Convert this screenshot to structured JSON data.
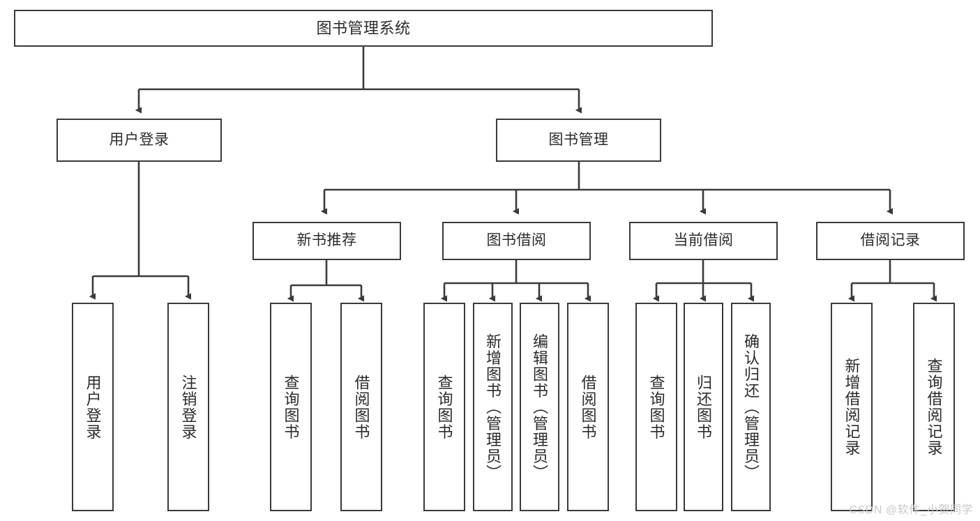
{
  "diagram": {
    "title": "图书管理系统",
    "type": "tree-hierarchy-diagram",
    "colors": {
      "node_border": "#3a3a3a",
      "node_fill": "#ffffff",
      "edge": "#3a3a3a",
      "text": "#2b2b2b",
      "watermark": "#c9c9c9",
      "background": "#ffffff"
    },
    "root": {
      "label": "图书管理系统"
    },
    "level2": [
      {
        "label": "用户登录"
      },
      {
        "label": "图书管理"
      }
    ],
    "level3": [
      {
        "label": "新书推荐"
      },
      {
        "label": "图书借阅"
      },
      {
        "label": "当前借阅"
      },
      {
        "label": "借阅记录"
      }
    ],
    "leaves": {
      "user_login": [
        {
          "label": "用户登录"
        },
        {
          "label": "注销登录"
        }
      ],
      "new_book_recommend": [
        {
          "label": "查询图书"
        },
        {
          "label": "借阅图书"
        }
      ],
      "book_borrow": [
        {
          "label": "查询图书"
        },
        {
          "label": "新增图书（管理员）"
        },
        {
          "label": "编辑图书（管理员）"
        },
        {
          "label": "借阅图书"
        }
      ],
      "current_borrow": [
        {
          "label": "查询图书"
        },
        {
          "label": "归还图书"
        },
        {
          "label": "确认归还（管理员）"
        }
      ],
      "borrow_records": [
        {
          "label": "新增借阅记录"
        },
        {
          "label": "查询借阅记录"
        }
      ]
    }
  },
  "watermark": {
    "text": "CSDN @软件_小贺同学"
  }
}
